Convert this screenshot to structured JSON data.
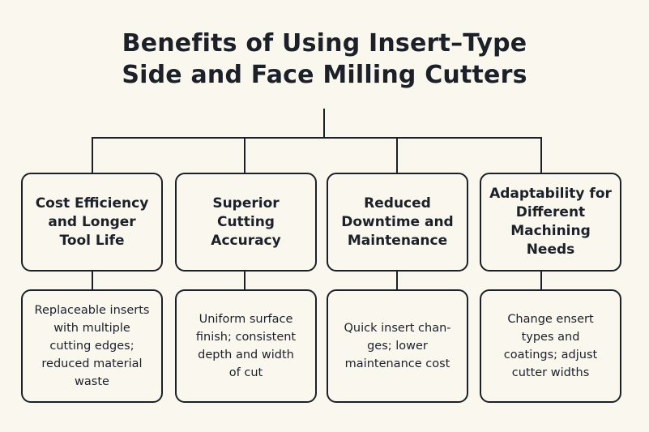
{
  "diagram": {
    "title_line1": "Benefits of Using Insert–Type",
    "title_line2": "Side and Face Milling Cutters",
    "background_color": "#faf7ef",
    "stroke_color": "#1b2029",
    "branches": [
      {
        "heading": "Cost Efficiency\nand Longer\nTool Life",
        "detail": "Replaceable inserts\nwith multiple\ncutting edges;\nreduced material\nwaste"
      },
      {
        "heading": "Superior\nCutting\nAccuracy",
        "detail": "Uniform surface\nfinish; consistent\ndepth and width\nof cut"
      },
      {
        "heading": "Reduced\nDowntime and\nMaintenance",
        "detail": "Quick insert chan-\nges; lower\nmaintenance cost"
      },
      {
        "heading": "Adaptability for\nDifferent\nMachining\nNeeds",
        "detail": "Change ensert\ntypes and\ncoatings; adjust\ncutter widths"
      }
    ]
  }
}
